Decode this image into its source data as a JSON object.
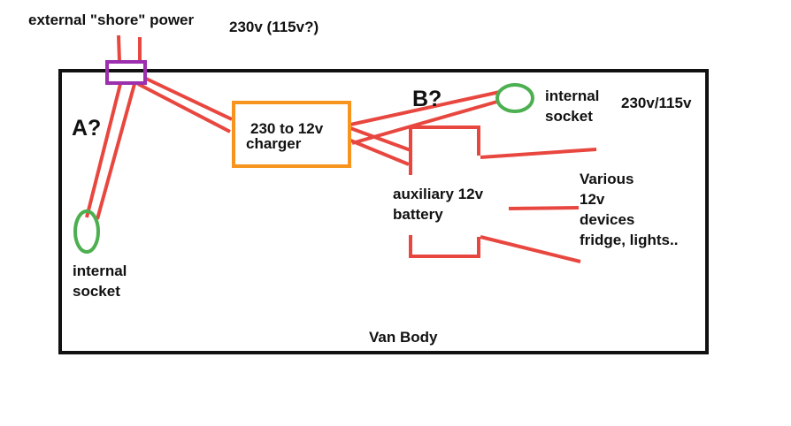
{
  "labels": {
    "shore_power": "external \"shore\" power",
    "shore_voltage": "230v (115v?)",
    "option_a": "A?",
    "option_b": "B?",
    "charger_line1": "230 to 12v",
    "charger_line2": "charger",
    "internal_socket_right_line1": "internal",
    "internal_socket_right_line2": "socket",
    "internal_voltage": "230v/115v",
    "battery_line1": "auxiliary 12v",
    "battery_line2": "battery",
    "devices_line1": "Various",
    "devices_line2": "12v",
    "devices_line3": "devices",
    "devices_line4": "fridge, lights..",
    "internal_socket_left_line1": "internal",
    "internal_socket_left_line2": "socket",
    "van_body": "Van Body"
  },
  "colors": {
    "wire": "#e8473f",
    "outline": "#111111",
    "charger": "#f7941d",
    "inlet": "#9b2fae",
    "socket": "#4caf50"
  }
}
